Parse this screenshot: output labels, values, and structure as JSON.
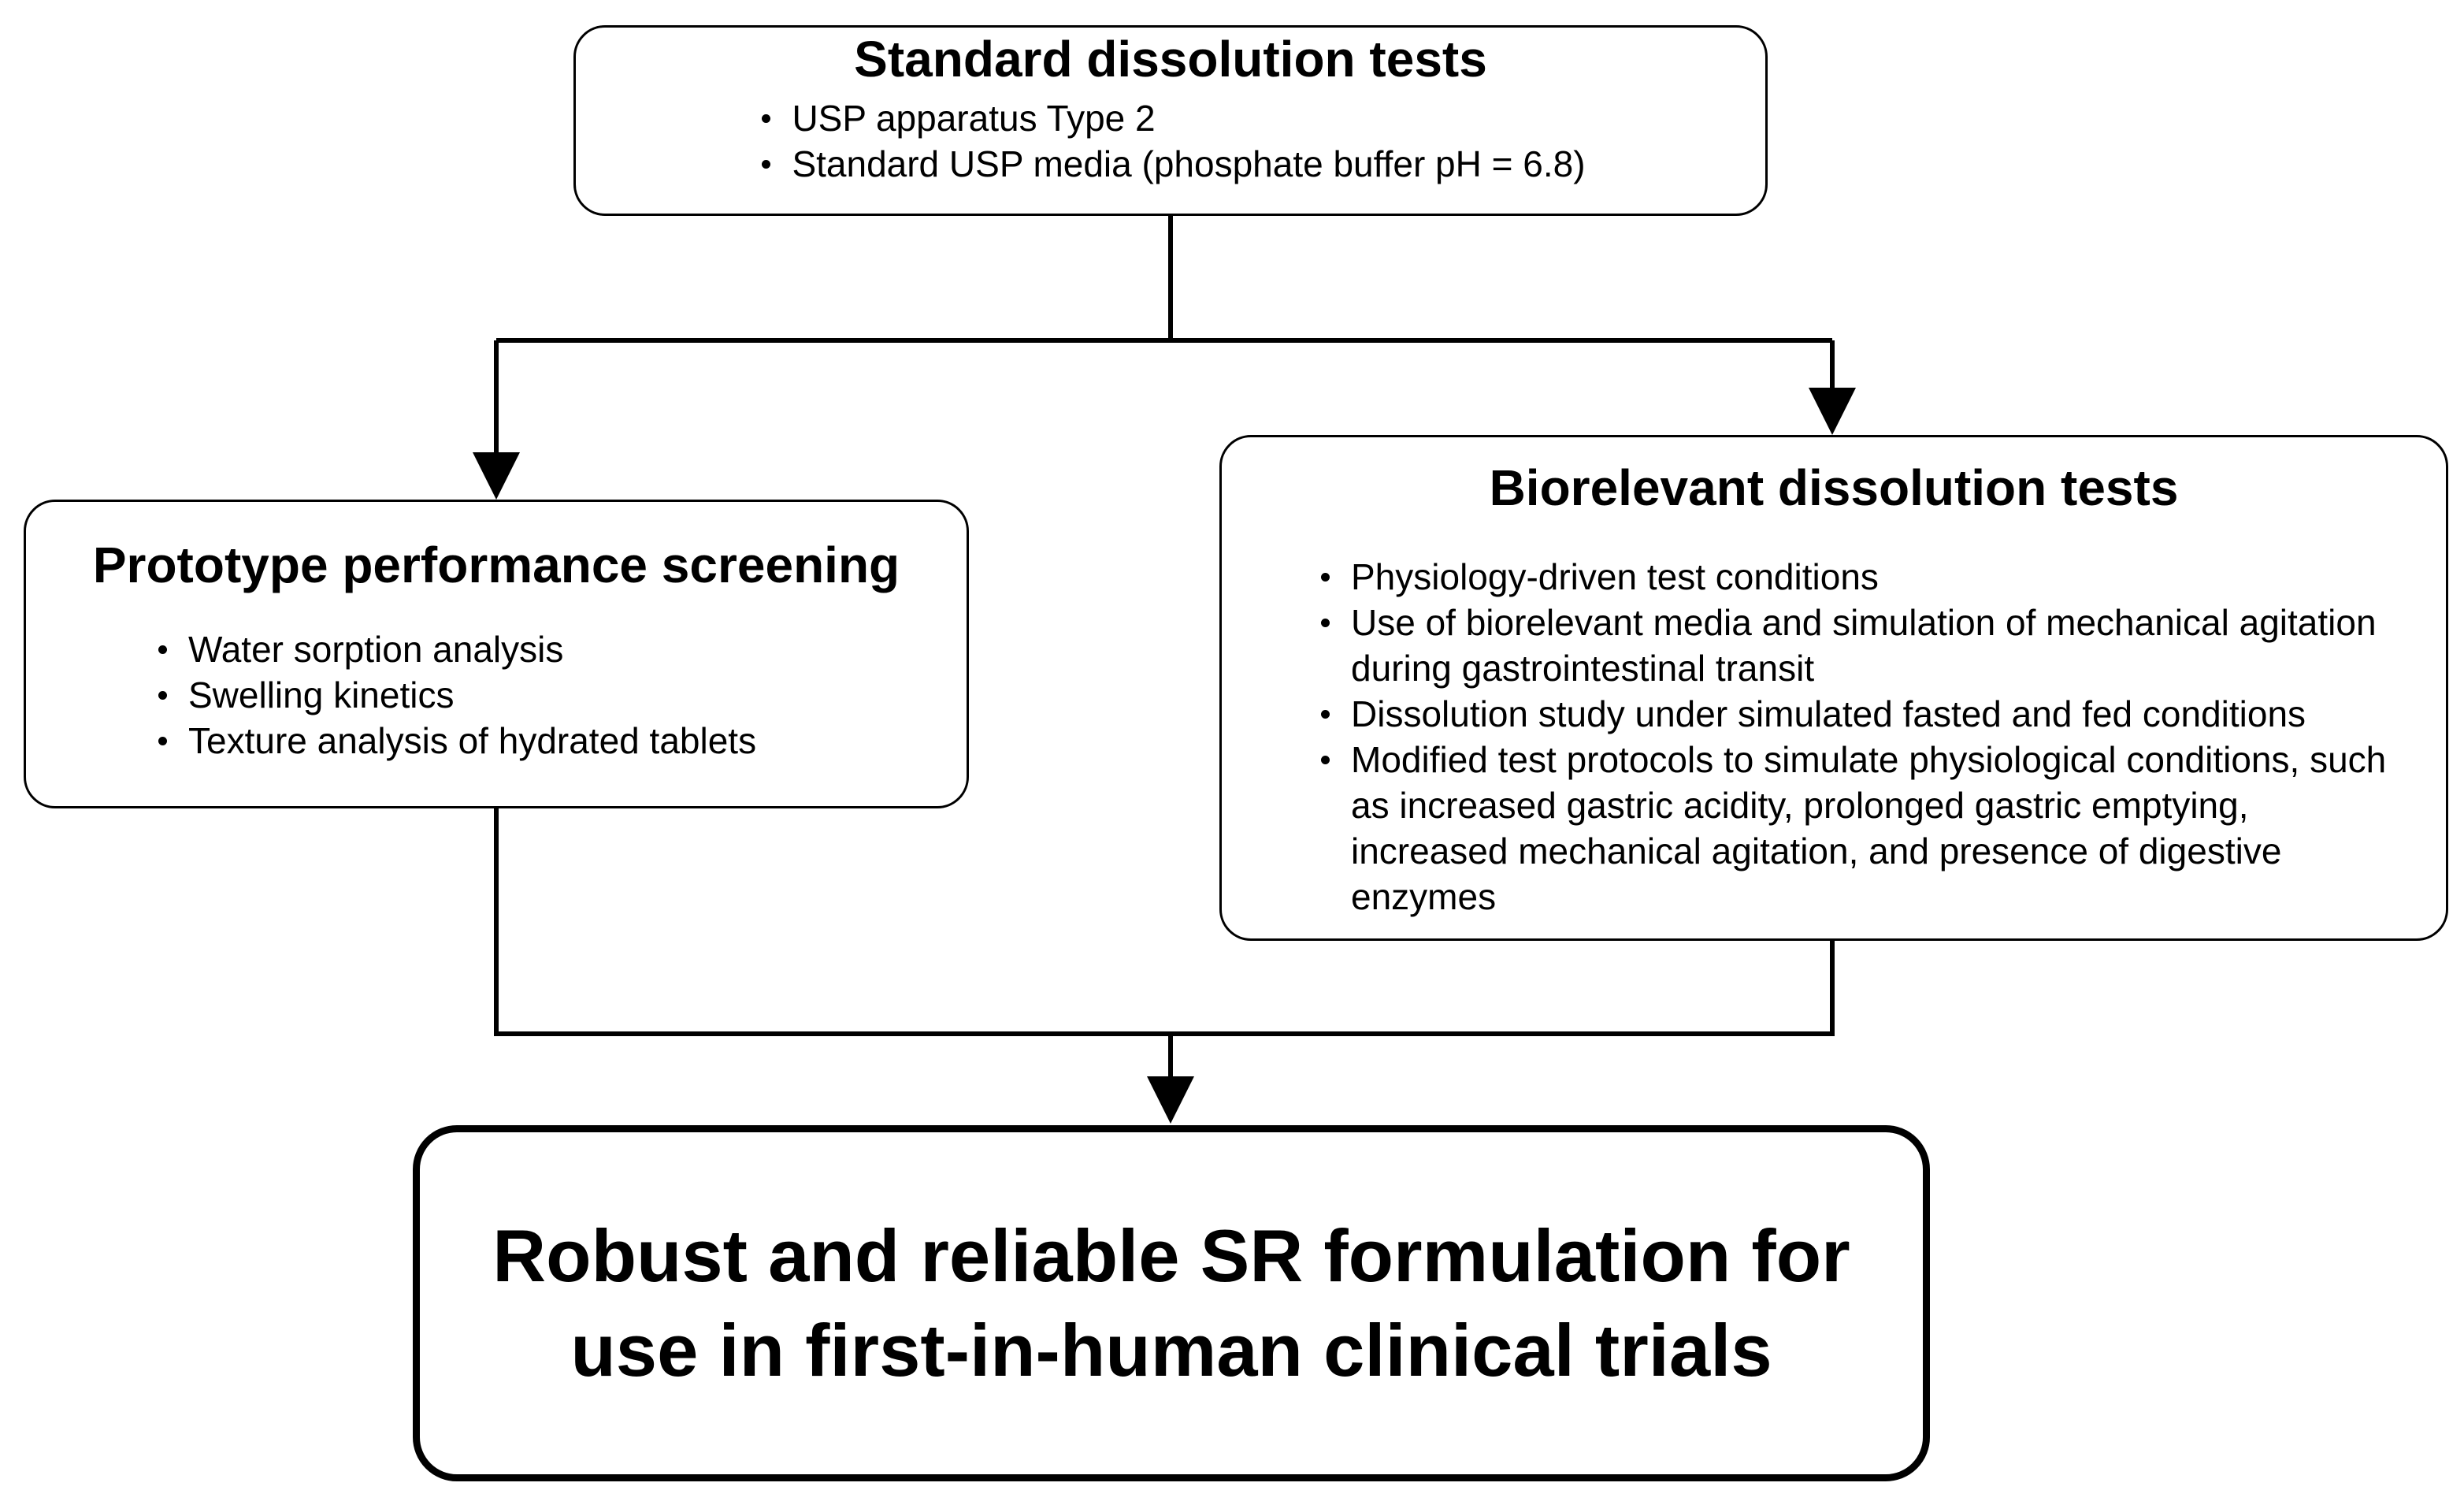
{
  "standard_tests": {
    "title": "Standard dissolution tests",
    "items": [
      "USP apparatus Type 2",
      "Standard USP media (phosphate buffer pH = 6.8)"
    ]
  },
  "prototype_screening": {
    "title": "Prototype performance screening",
    "items": [
      "Water sorption analysis",
      "Swelling kinetics",
      "Texture analysis of hydrated tablets"
    ]
  },
  "biorelevant_tests": {
    "title": "Biorelevant dissolution tests",
    "items": [
      "Physiology-driven test conditions",
      "Use of biorelevant media and simulation of mechanical agitation during gastrointestinal transit",
      "Dissolution study under simulated fasted and fed conditions",
      "Modified test protocols to simulate physiological conditions, such as increased gastric acidity, prolonged gastric emptying, increased mechanical agitation, and presence of digestive enzymes"
    ]
  },
  "outcome": {
    "text": "Robust and reliable SR formulation for use in first-in-human clinical trials"
  }
}
